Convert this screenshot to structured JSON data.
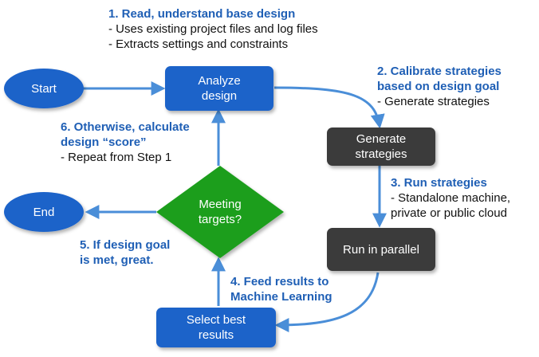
{
  "colors": {
    "blue_node": "#1e63c9",
    "dark_node": "#3a3a3a",
    "green_node": "#1e9e1e",
    "arrow": "#4a8ed8",
    "heading_text": "#1f5fb5"
  },
  "nodes": {
    "start": "Start",
    "end": "End",
    "analyze": [
      "Analyze",
      "design"
    ],
    "generate": [
      "Generate",
      "strategies"
    ],
    "parallel": "Run in parallel",
    "decision": [
      "Meeting",
      "targets?"
    ],
    "select": [
      "Select best",
      "results"
    ]
  },
  "steps": {
    "s1": {
      "heading": "1. Read, understand base design",
      "bullets": [
        "- Uses existing project files and log files",
        "- Extracts settings and constraints"
      ]
    },
    "s2": {
      "heading": [
        "2. Calibrate strategies",
        "based on design goal"
      ],
      "bullets": [
        "- Generate strategies"
      ]
    },
    "s3": {
      "heading": "3. Run strategies",
      "bullets": [
        "- Standalone machine,",
        "private or public cloud"
      ]
    },
    "s4": {
      "heading": [
        "4. Feed results to",
        "Machine Learning"
      ]
    },
    "s5": {
      "heading": [
        "5. If design goal",
        "is met, great."
      ]
    },
    "s6": {
      "heading": [
        "6. Otherwise, calculate",
        "design “score”"
      ],
      "bullets": [
        "- Repeat from Step 1"
      ]
    }
  }
}
